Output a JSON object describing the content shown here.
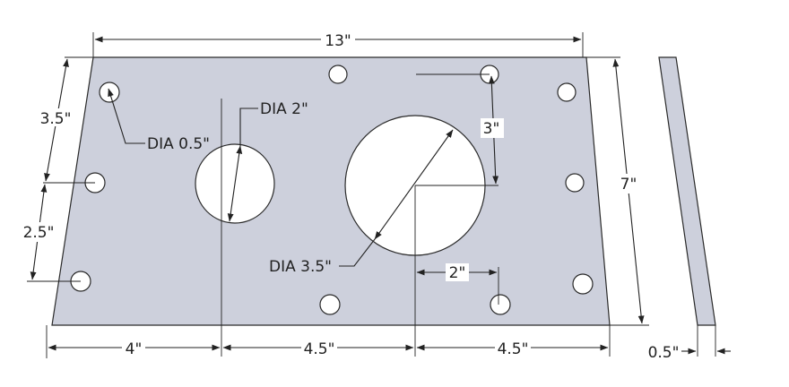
{
  "plate_color": "#cdd0dc",
  "line_color": "#222222",
  "dimensions": {
    "width": "13\"",
    "height": "7\"",
    "thickness": "0.5\"",
    "left_top_offset": "3.5\"",
    "left_spacing": "2.5\"",
    "center_small_hole_offset": "4\"",
    "center_large_hole_offset": "4.5\"",
    "right_offset": "4.5\"",
    "top_hole_offset": "3\"",
    "hole_offset_2": "2\""
  },
  "callouts": {
    "bolt_hole": "DIA 0.5\"",
    "small_cutout": "DIA 2\"",
    "large_cutout": "DIA 3.5\""
  }
}
